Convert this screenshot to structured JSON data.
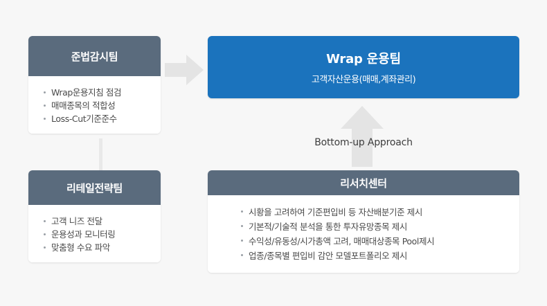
{
  "background_color": "#f7f7f7",
  "colors": {
    "header_slate": "#5a6b7d",
    "accent_blue": "#1b73bd",
    "arrow_gray": "#e4e4e4",
    "card_white": "#ffffff",
    "body_text": "#4a4a4a"
  },
  "cards": {
    "compliance": {
      "title": "준법감시팀",
      "items": [
        "Wrap운용지침 점검",
        "매매종목의 적합성",
        "Loss-Cut기준준수"
      ]
    },
    "retail": {
      "title": "리테일전략팀",
      "items": [
        "고객 니즈 전달",
        "운용성과 모니터링",
        "맞춤형 수요 파악"
      ]
    },
    "wrap": {
      "title": "Wrap 운용팀",
      "subtitle": "고객자산운용(매매,계좌관리)"
    },
    "research": {
      "title": "리서치센터",
      "items": [
        "시황을 고려하여 기준편입비 등 자산배분기준 제시",
        "기본적/기술적 분석을 통한 투자유망종목 제시",
        "수익성/유동성/시가총액 고려, 매매대상종목 Pool제시",
        "업종/종목별 편입비 감안 모델포트폴리오 제시"
      ]
    }
  },
  "arrows": {
    "right_arrow_icon": "arrow-right-icon",
    "up_arrow_icon": "arrow-up-icon"
  },
  "labels": {
    "bottom_up": "Bottom-up Approach"
  }
}
